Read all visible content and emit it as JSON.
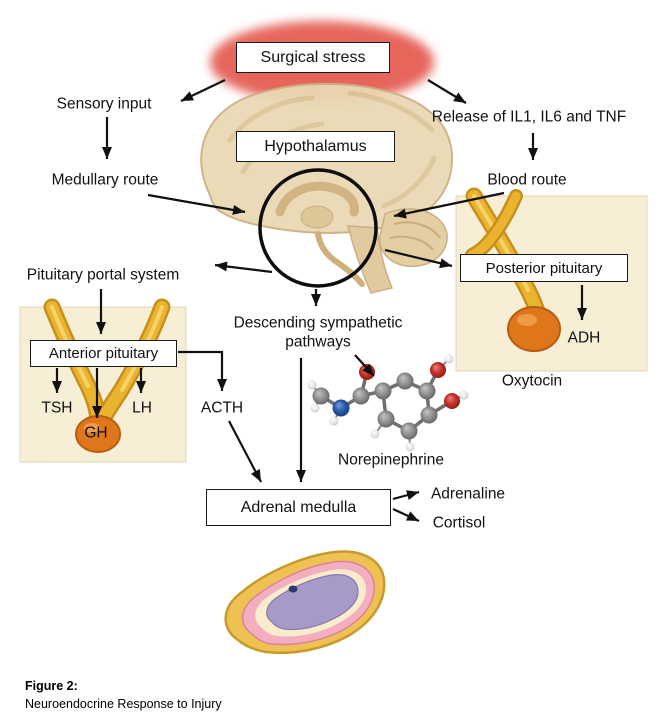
{
  "figure_caption": {
    "label": "Figure 2:",
    "title": "Neuroendocrine Response to Injury"
  },
  "nodes": {
    "surgical_stress": "Surgical stress",
    "sensory_input": "Sensory input",
    "release_cytokines": "Release of IL1, IL6 and TNF",
    "medullary_route": "Medullary route",
    "blood_route": "Blood route",
    "hypothalamus": "Hypothalamus",
    "pituitary_portal_system": "Pituitary portal system",
    "descending_sympathetic_pathways": "Descending sympathetic pathways",
    "anterior_pituitary": "Anterior pituitary",
    "posterior_pituitary": "Posterior pituitary",
    "tsh": "TSH",
    "gh": "GH",
    "lh": "LH",
    "acth": "ACTH",
    "adh": "ADH",
    "oxytocin": "Oxytocin",
    "norepinephrine": "Norepinephrine",
    "adrenal_medulla": "Adrenal medulla",
    "adrenaline": "Adrenaline",
    "cortisol": "Cortisol"
  },
  "colors": {
    "stress_ellipse": "#e45a50",
    "arrow": "#111111",
    "brain_fill": "#ead9b4",
    "gland_gold": "#eab42e",
    "gland_bulb_orange": "#e0761c",
    "panel_background": "#f7eed6",
    "adrenal_outer_yellow": "#eec152",
    "adrenal_pink": "#f3afc0",
    "adrenal_cream": "#f8eccd",
    "adrenal_inner_lavender": "#a79ac8",
    "atom_carbon_gray": "#8a8a8a",
    "atom_oxygen_red": "#c03028",
    "atom_nitrogen_blue": "#2858a8",
    "atom_hydrogen_white": "#e8e8e8"
  }
}
